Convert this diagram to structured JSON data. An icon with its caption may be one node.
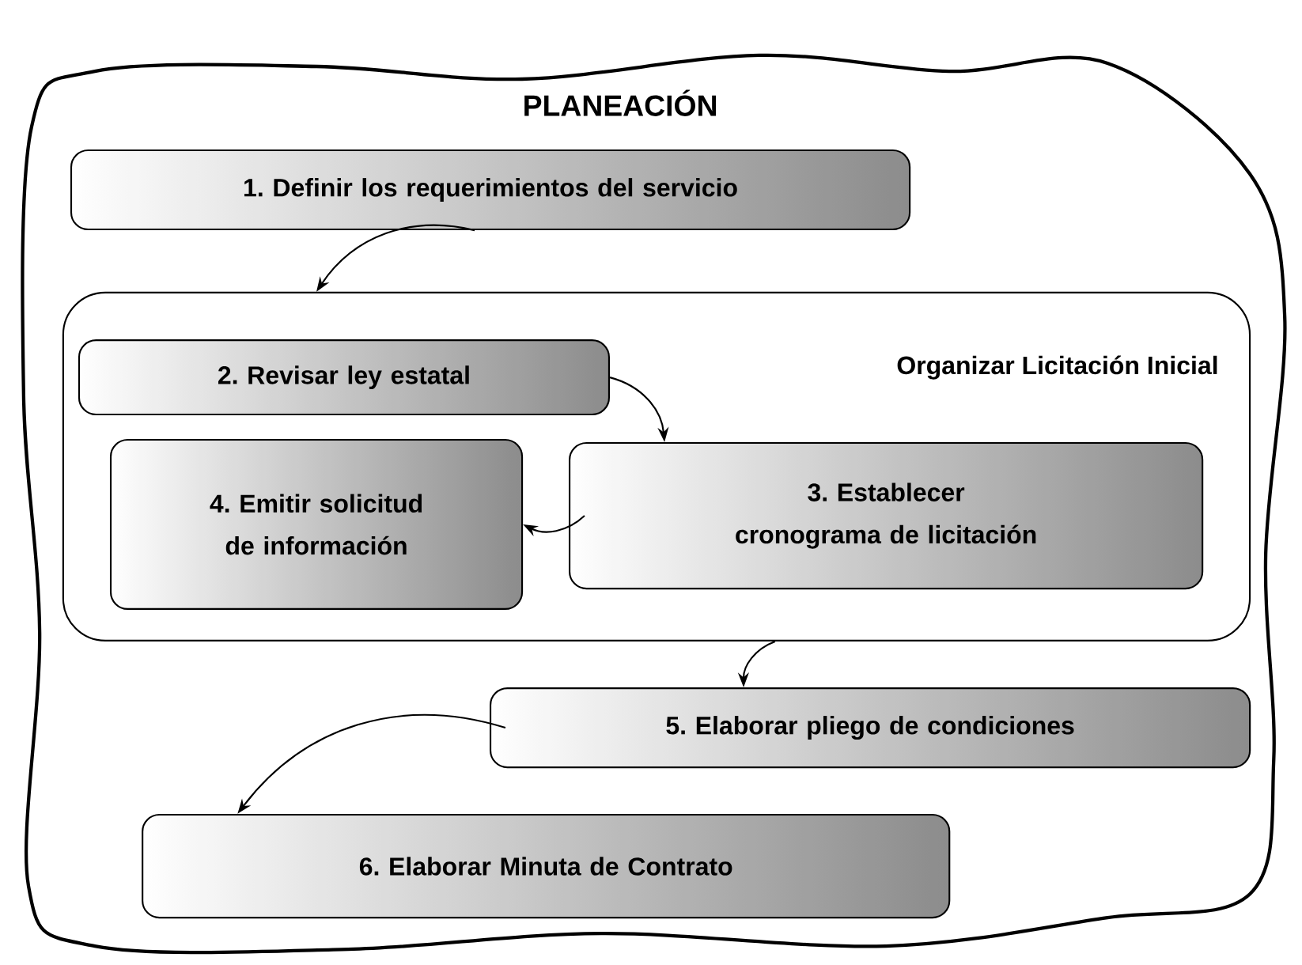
{
  "diagram": {
    "nodes": [
      {
        "text": [
          "PLANEACIÓN"
        ]
      },
      {
        "text": [
          "1. Definir los requerimientos del servicio"
        ],
        "in": 0
      },
      {
        "text": [
          "Organizar Licitación Inicial"
        ],
        "in": 0
      },
      {
        "text": [
          "2. Revisar ley estatal"
        ],
        "in": 2
      },
      {
        "text": [
          "3. Establecer cronograma de licitación"
        ],
        "in": 2
      },
      {
        "text": [
          "4. Emitir solicitud de información"
        ],
        "in": 2
      },
      {
        "text": [
          "5. Elaborar pliego de condiciones"
        ],
        "in": 0
      },
      {
        "text": [
          "6. Elaborar Minuta de Contrato"
        ],
        "in": 0
      }
    ],
    "edges": [
      {
        "from": 1,
        "to": 2,
        "arrow": "to"
      },
      {
        "from": 3,
        "to": 4,
        "arrow": "to"
      },
      {
        "from": 4,
        "to": 5,
        "arrow": "to"
      },
      {
        "from": 2,
        "to": 6,
        "arrow": "to"
      },
      {
        "from": 6,
        "to": 7,
        "arrow": "to"
      }
    ]
  }
}
